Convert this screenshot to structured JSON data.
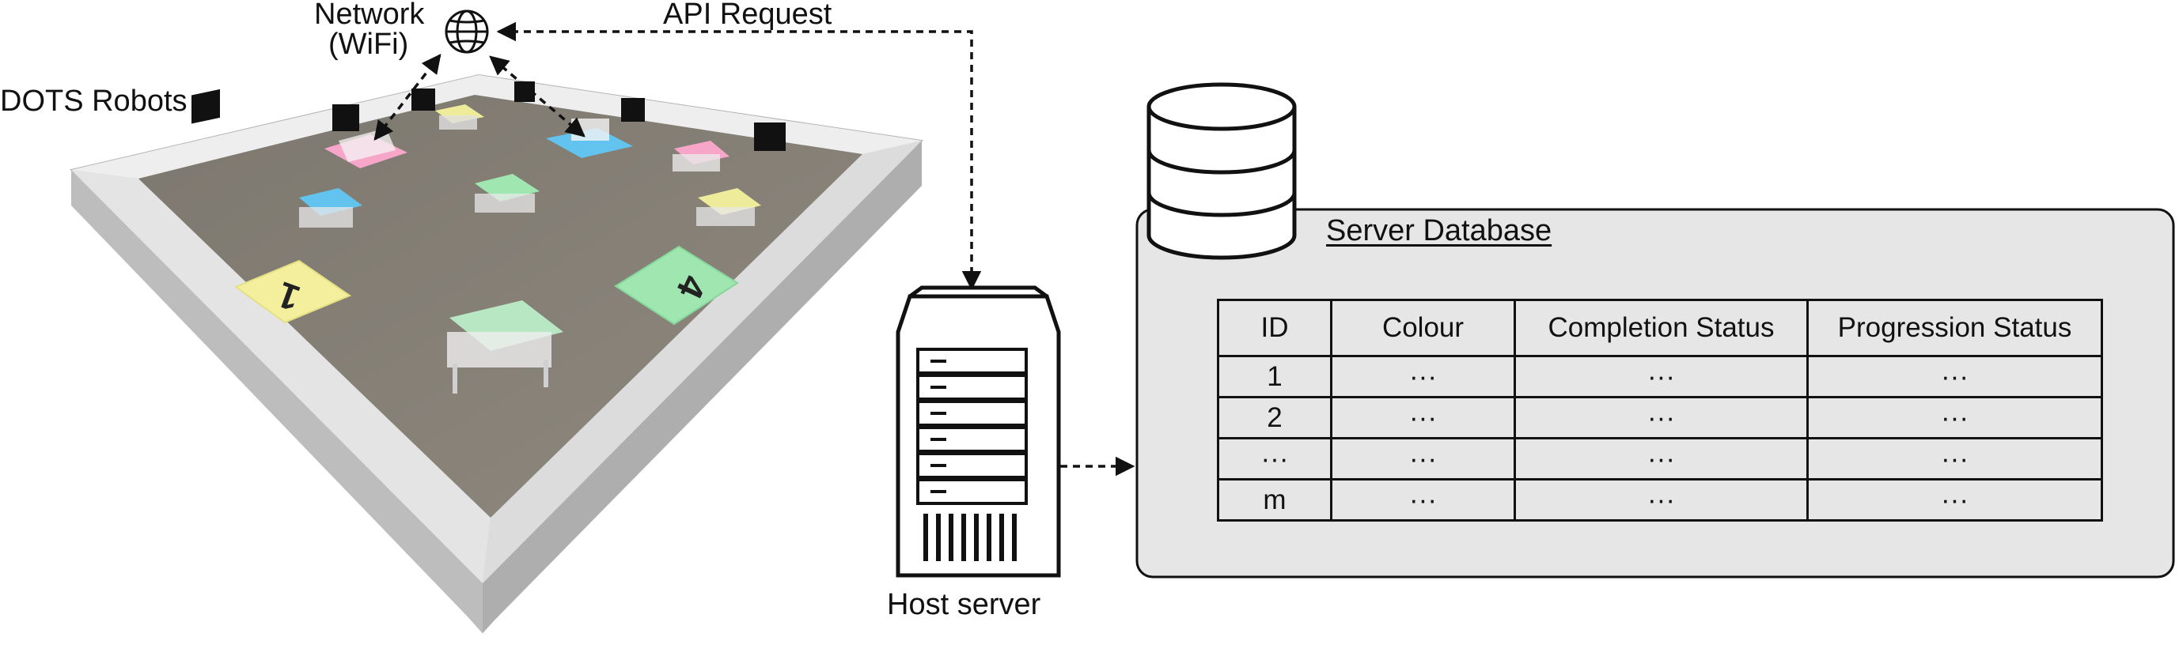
{
  "labels": {
    "network": "Network",
    "network_sub": "(WiFi)",
    "api_request": "API Request",
    "robots": "DOTS Robots",
    "host_server": "Host server",
    "server_database": "Server Database"
  },
  "table": {
    "columns": [
      "ID",
      "Colour",
      "Completion Status",
      "Progression Status"
    ],
    "rows": [
      [
        "1",
        "···",
        "···",
        "···"
      ],
      [
        "2",
        "···",
        "···",
        "···"
      ],
      [
        "···",
        "···",
        "···",
        "···"
      ],
      [
        "m",
        "···",
        "···",
        "···"
      ]
    ]
  },
  "arena": {
    "floor_markers": [
      {
        "text": "1",
        "color": "#f3ef9c"
      },
      {
        "text": "4",
        "color": "#9fe6b0"
      }
    ],
    "robot_tops": [
      "#f7a6c9",
      "#62c3ef",
      "#eeeb9a",
      "#9fe6b0",
      "#b8e7c4",
      "#f7a6c9"
    ]
  },
  "colors": {
    "floor": "#8b857c",
    "wall": "#d8d8d8",
    "panel": "#e6e6e6",
    "stroke": "#111111"
  }
}
